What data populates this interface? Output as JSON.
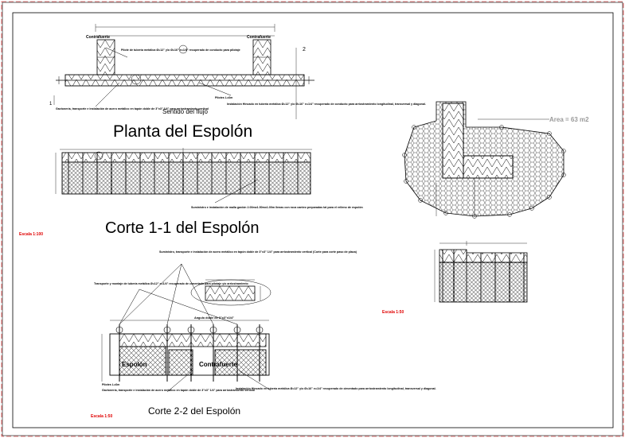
{
  "titles": {
    "planta": "Planta del Espolón",
    "corte11": "Corte 1-1 del Espolón",
    "corte22": "Corte 2-2 del Espolón"
  },
  "scales": {
    "main": "Escala 1:100",
    "small": "Escala 1:50",
    "bottom": "Escala 1:50"
  },
  "planta_labels": {
    "flow": "Sentido del flujo",
    "cut_marker_1": "1",
    "cut_marker_2": "2",
    "left_tag": "Contrafuerte",
    "right_tag": "Contrafuerte",
    "note_pipe": "Pilote de tubería metálica Ø=12\" y/o Ø=16\" e=1/4\" recuperado de conducto para pilotaje",
    "note_truss": "Instalación Hincado en tubería metálica Ø=12\" y/o Ø=16\" e=1/4\" recuperado de conducto para arriostramiento longitudinal, transversal y diagonal.",
    "note_gabion": "Gavionería, transporte e instalación de acero metálico en tapón doble de 3\"x3\" 1/4\" para arriostramiento vertical",
    "note_piles": "Pilotes L=6m"
  },
  "corte11_labels": {
    "note": "Suministro e instalación de malla gavión 2.00mx1.50mx1.00m llenas con roca canteo preparadas tal para el relleno de espolón"
  },
  "corte22_labels": {
    "espolon": "Espolón",
    "contrafuerte": "Contrafuerte",
    "angle": "Angulo doble de 3\"x3\"x1/4\"",
    "note_top": "Suministro, transporte e instalación de acero metálico en tapón doble de 3\"x3\" 1/4\" para arriostramiento vertical (Corte para corte paso de placa)",
    "note_left": "Transporte y montaje de tubería metálica Ø=12\" e=1/4\" recuperado de cimentado para pilotaje y/o arriostramiento",
    "note_bottom_left": "Gavionería, transporte e instalación de acero metálico en tapón doble de 3\"x3\" 1/4\" para arriostramiento vertical",
    "note_bottom_right": "Instalación Hincado en tubería metálica Ø=12\" y/o Ø=16\" e=1/4\" recuperado de cimentado para arriostramiento longitudinal, transversal y diagonal.",
    "piles": "Pilotes L=6m"
  },
  "plan_right": {
    "area": "Area = 63 m2"
  },
  "colors": {
    "line": "#000000",
    "accent": "#e00000",
    "area_text": "#9a9a9a",
    "border": "#d00000"
  }
}
